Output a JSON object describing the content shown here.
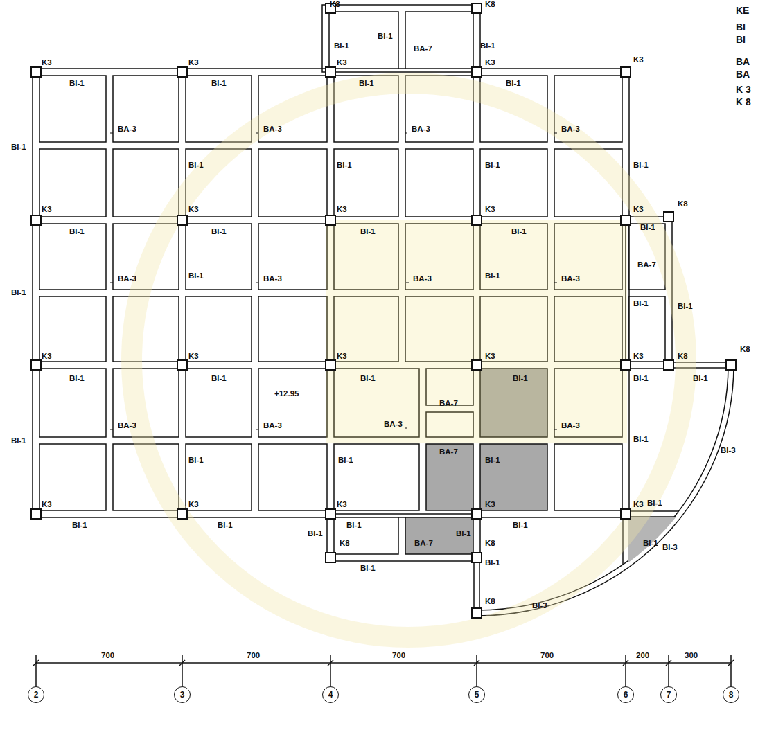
{
  "diagram": {
    "nodes": [
      {
        "text": [
          "2"
        ]
      },
      {
        "text": [
          "3"
        ]
      },
      {
        "text": [
          "4"
        ]
      },
      {
        "text": [
          "5"
        ]
      },
      {
        "text": [
          "6"
        ]
      },
      {
        "text": [
          "7"
        ]
      },
      {
        "text": [
          "8"
        ]
      }
    ],
    "labels": [
      "KE",
      "BI",
      "BI",
      "BA",
      "BA",
      "K 3",
      "K 8",
      "K8",
      "K8",
      "BI-1",
      "BA-7",
      "BI-1",
      "BI-1",
      "K3",
      "K3",
      "K3",
      "K3",
      "K3",
      "BI-1",
      "BI-1",
      "BI-1",
      "BI-1",
      "BA-3",
      "BA-3",
      "BA-3",
      "BA-3",
      "BI-1",
      "BI-1",
      "BI-1",
      "BI-1",
      "BI-1",
      "K3",
      "K3",
      "K3",
      "K3",
      "K3",
      "K8",
      "BI-1",
      "BI-1",
      "BI-1",
      "BI-1",
      "BI-1",
      "BI-1",
      "BI-1",
      "BA-3",
      "BA-3",
      "BA-3",
      "BI-1",
      "BA-3",
      "BA-7",
      "BI-1",
      "BI-1",
      "K3",
      "K3",
      "K3",
      "K3",
      "K3",
      "K8",
      "K8",
      "BI-1",
      "BI-1",
      "BI-1",
      "BI-1",
      "BI-1",
      "BI-1",
      "+12.95",
      "BA-7",
      "BA-3",
      "BA-3",
      "BA-3",
      "BA-3",
      "BI-1",
      "BI-1",
      "BI-1",
      "BA-7",
      "BI-1",
      "BI-1",
      "BI-3",
      "K3",
      "K3",
      "K3",
      "K3",
      "K3",
      "BI-1",
      "BI-1",
      "BI-1",
      "BI-1",
      "BI-1",
      "K8",
      "BA-7",
      "BI-1",
      "K8",
      "BI-1",
      "BI-1",
      "BI-3",
      "BI-1",
      "BI-1",
      "K8",
      "BI-3",
      "700",
      "700",
      "700",
      "700",
      "200",
      "300"
    ]
  }
}
